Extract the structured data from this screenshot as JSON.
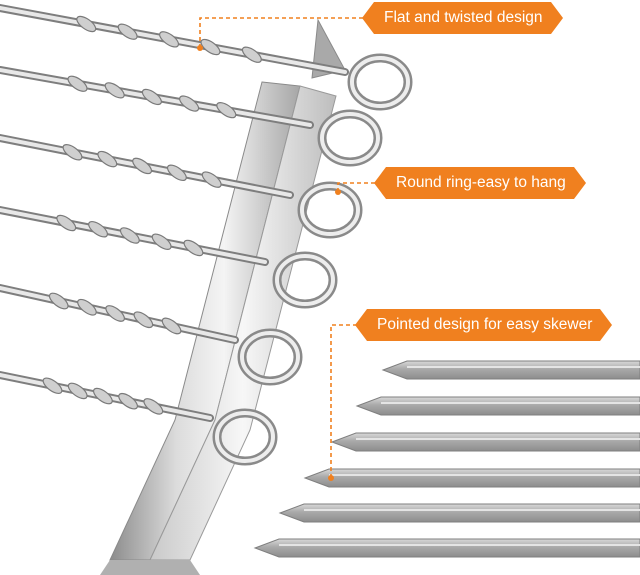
{
  "colors": {
    "accent": "#f0801f",
    "steel_light": "#e6e6e6",
    "steel_mid": "#b9b9b9",
    "steel_dark": "#8a8a8a"
  },
  "callouts": {
    "twisted": "Flat and twisted design",
    "ring": "Round ring-easy to hang",
    "pointed": "Pointed design for easy skewer"
  }
}
